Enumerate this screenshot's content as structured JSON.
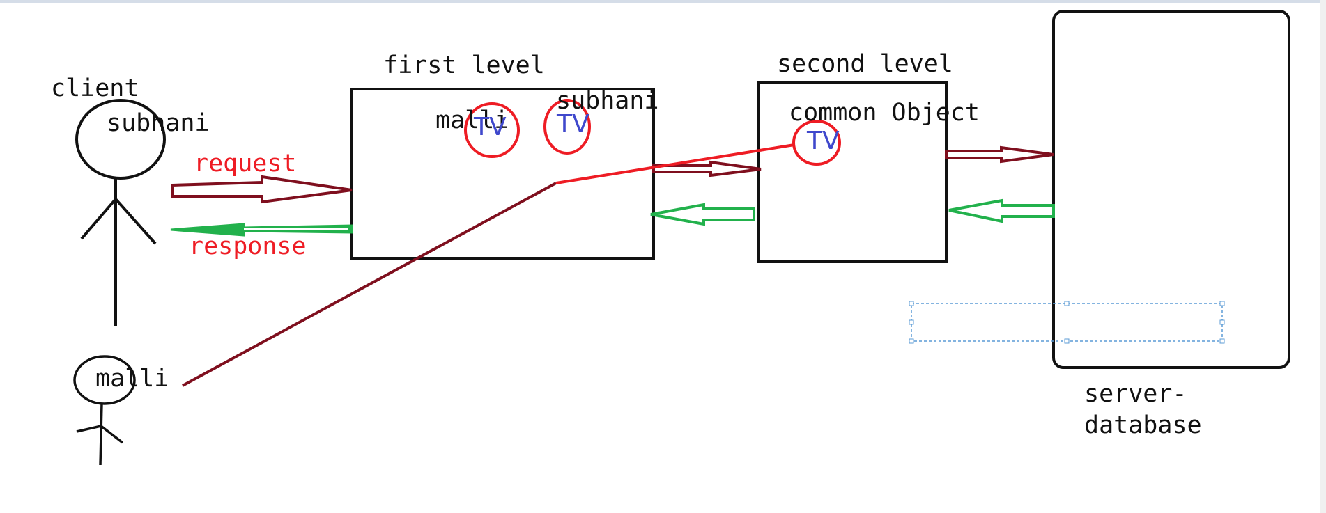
{
  "colors": {
    "ink": "#111111",
    "red": "#ee1c24",
    "dark_red": "#7f0f1e",
    "green": "#22b14c",
    "blue": "#3f48cc",
    "selection": "#5b9bd5"
  },
  "client": {
    "label": "client",
    "subhani_label": "subhani",
    "malli_label": "malli"
  },
  "arrows": {
    "request_label": "request",
    "response_label": "response"
  },
  "first_level": {
    "title": "first level",
    "malli_label": "malli",
    "subhani_label": "subhani",
    "tv_left": "TV",
    "tv_right": "TV"
  },
  "second_level": {
    "title": "second level",
    "object_label": "common Object",
    "tv": "TV"
  },
  "server": {
    "label_line1": "server-",
    "label_line2": "database"
  }
}
